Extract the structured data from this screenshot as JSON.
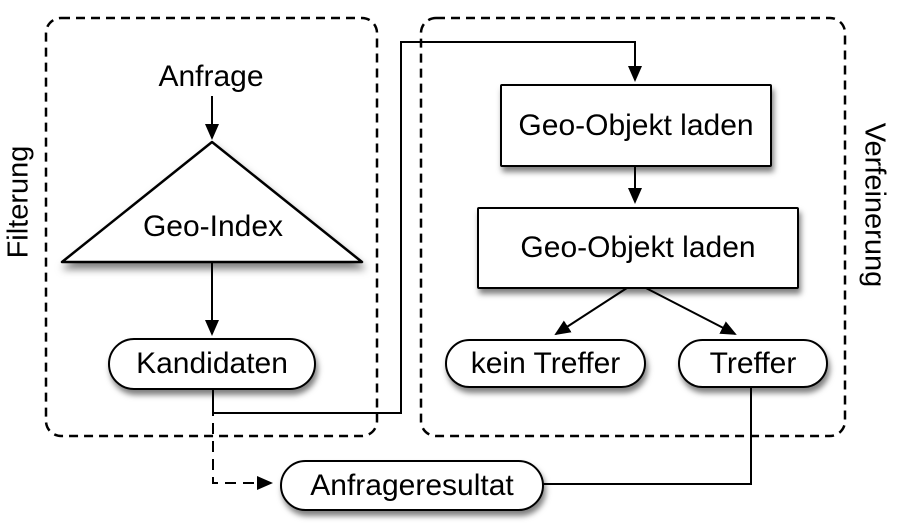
{
  "diagram": {
    "type": "flowchart",
    "language": "de",
    "colors": {
      "background": "#ffffff",
      "stroke": "#000000",
      "node_fill": "#ffffff",
      "shadow": "rgba(0,0,0,0.5)"
    },
    "groups": {
      "filterung": {
        "label": "Filterung",
        "border_style": "dashed",
        "label_side": "left"
      },
      "verfeinerung": {
        "label": "Verfeinerung",
        "border_style": "dashed",
        "label_side": "right"
      }
    },
    "nodes": {
      "anfrage": {
        "label": "Anfrage",
        "shape": "text",
        "group": "filterung"
      },
      "geo_index": {
        "label": "Geo-Index",
        "shape": "triangle",
        "group": "filterung"
      },
      "kandidaten": {
        "label": "Kandidaten",
        "shape": "pill",
        "group": "filterung"
      },
      "geo_objekt_laden_1": {
        "label": "Geo-Objekt laden",
        "shape": "rect",
        "group": "verfeinerung"
      },
      "geo_objekt_laden_2": {
        "label": "Geo-Objekt laden",
        "shape": "rect",
        "group": "verfeinerung"
      },
      "kein_treffer": {
        "label": "kein Treffer",
        "shape": "pill",
        "group": "verfeinerung"
      },
      "treffer": {
        "label": "Treffer",
        "shape": "pill",
        "group": "verfeinerung"
      },
      "anfrageresultat": {
        "label": "Anfrageresultat",
        "shape": "pill",
        "group": null
      }
    },
    "edges": [
      {
        "from": "anfrage",
        "to": "geo_index",
        "style": "solid",
        "arrow": true
      },
      {
        "from": "geo_index",
        "to": "kandidaten",
        "style": "solid",
        "arrow": true
      },
      {
        "from": "kandidaten",
        "to": "geo_objekt_laden_1",
        "style": "solid",
        "arrow": true,
        "route": "down-right-up-right-down"
      },
      {
        "from": "geo_objekt_laden_1",
        "to": "geo_objekt_laden_2",
        "style": "solid",
        "arrow": true
      },
      {
        "from": "geo_objekt_laden_2",
        "to": "kein_treffer",
        "style": "solid",
        "arrow": true
      },
      {
        "from": "geo_objekt_laden_2",
        "to": "treffer",
        "style": "solid",
        "arrow": true
      },
      {
        "from": "kandidaten",
        "to": "anfrageresultat",
        "style": "dashed",
        "arrow": true
      },
      {
        "from": "treffer",
        "to": "anfrageresultat",
        "style": "solid",
        "arrow": false
      }
    ]
  }
}
